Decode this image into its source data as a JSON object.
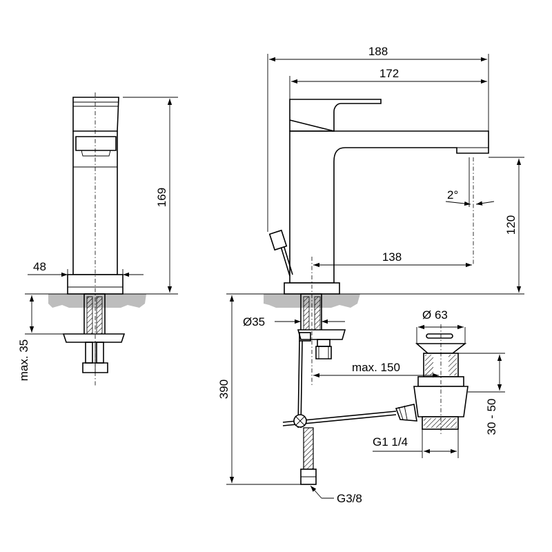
{
  "dimensions": {
    "overall_width": "188",
    "spout_length": "172",
    "body_height": "169",
    "base_width": "48",
    "spout_angle": "2°",
    "spout_height": "120",
    "spout_reach": "138",
    "max_thickness": "max. 35",
    "hole_diameter": "Ø35",
    "waste_diameter": "Ø 63",
    "rod_length": "max. 150",
    "hose_length": "390",
    "waste_height": "30 - 50",
    "waste_thread": "G1 1/4",
    "hose_thread": "G3/8"
  }
}
